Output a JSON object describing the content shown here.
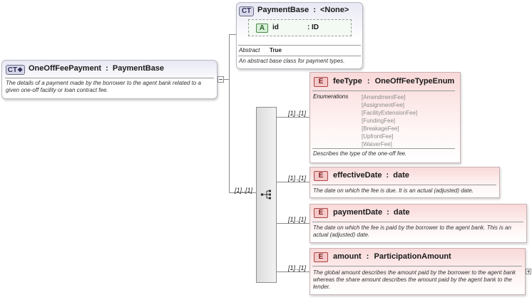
{
  "root": {
    "badge": "CT",
    "name": "OneOffFeePayment",
    "sep": ":",
    "base": "PaymentBase",
    "description": "The details of a payment made by the borrower to the agent bank related to a given one-off facility or loan contract fee."
  },
  "payment_base": {
    "badge": "CT",
    "name": "PaymentBase",
    "sep": ":",
    "base": "<None>",
    "attribute": {
      "badge": "A",
      "name": "id",
      "sep": ":",
      "type": "ID"
    },
    "abstract_label": "Abstract",
    "abstract_value": "True",
    "description": "An abstract base class for payment types."
  },
  "sequence_multiplicity": "[1]..[1]",
  "elements": [
    {
      "badge": "E",
      "name": "feeType",
      "sep": ":",
      "type": "OneOffFeeTypeEnum",
      "multiplicity": "[1]..[1]",
      "enumerations_label": "Enumerations",
      "enumerations": [
        "[AmendmentFee]",
        "[AssignmentFee]",
        "[FacilityExtensionFee]",
        "[FundingFee]",
        "[BreakageFee]",
        "[UpfrontFee]",
        "[WaiverFee]"
      ],
      "description": "Describes the type of the one-off fee."
    },
    {
      "badge": "E",
      "name": "effectiveDate",
      "sep": ":",
      "type": "date",
      "multiplicity": "[1]..[1]",
      "description": "The date on which the fee is due. It is an actual (adjusted) date."
    },
    {
      "badge": "E",
      "name": "paymentDate",
      "sep": ":",
      "type": "date",
      "multiplicity": "[1]..[1]",
      "description": "The date on which the fee is paid by the borrower to the agent bank. This is an actual (adjusted) date."
    },
    {
      "badge": "E",
      "name": "amount",
      "sep": ":",
      "type": "ParticipationAmount",
      "multiplicity": "[1]..[1]",
      "description": "The global amount describes the amount paid by the borrower to the agent bank whereas the share amount describes the amount paid by the agent bank to the lender."
    }
  ]
}
